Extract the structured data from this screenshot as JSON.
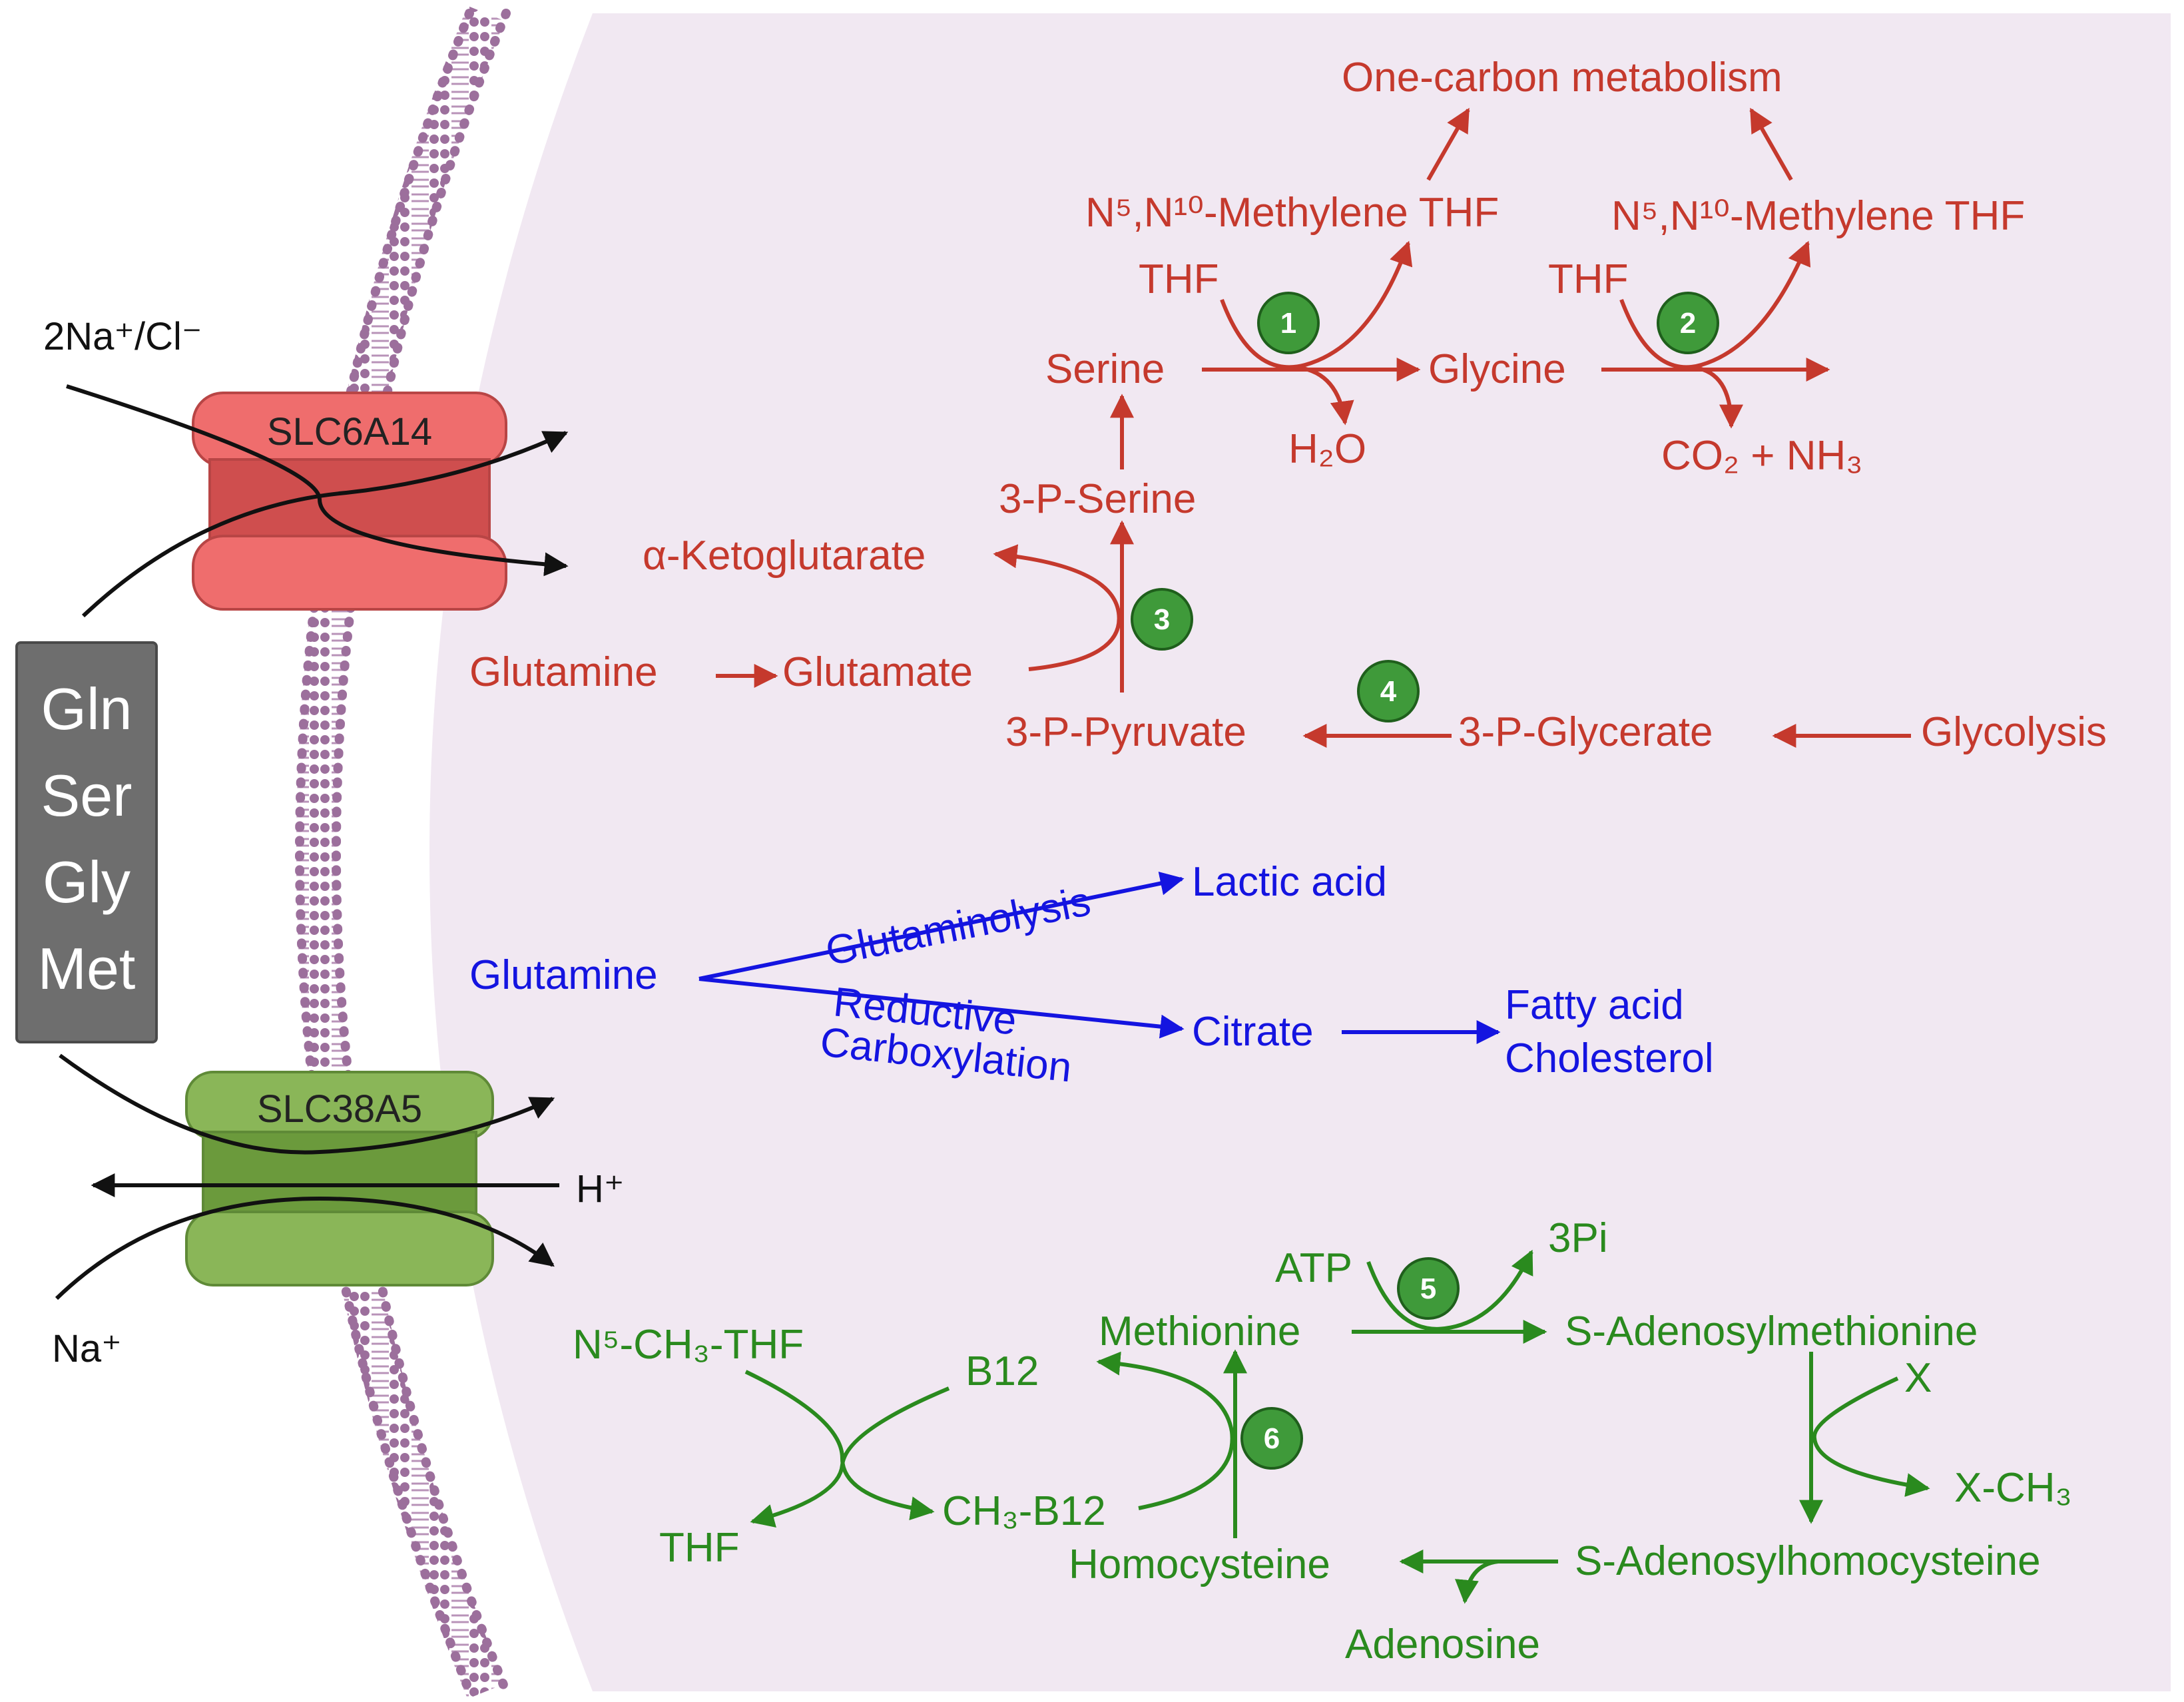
{
  "transporters": {
    "top": {
      "name": "SLC6A14",
      "ion": "2Na⁺/Cl⁻"
    },
    "bottom": {
      "name": "SLC38A5",
      "ion_in": "Na⁺",
      "ion_out": "H⁺"
    }
  },
  "substrates_box": {
    "lines": [
      "Gln",
      "Ser",
      "Gly",
      "Met"
    ]
  },
  "red_pathway": {
    "one_carbon": "One-carbon metabolism",
    "methylene_thf_1": "N⁵,N¹⁰-Methylene THF",
    "methylene_thf_2": "N⁵,N¹⁰-Methylene THF",
    "thf_1": "THF",
    "thf_2": "THF",
    "serine": "Serine",
    "glycine": "Glycine",
    "h2o": "H₂O",
    "co2_nh3": "CO₂ + NH₃",
    "p_serine": "3-P-Serine",
    "akg": "α-Ketoglutarate",
    "glutamine": "Glutamine",
    "glutamate": "Glutamate",
    "p_pyruvate": "3-P-Pyruvate",
    "p_glycerate": "3-P-Glycerate",
    "glycolysis": "Glycolysis"
  },
  "blue_pathway": {
    "glutamine": "Glutamine",
    "glutaminolysis": "Glutaminolysis",
    "reductive": "Reductive",
    "carboxylation": "Carboxylation",
    "lactic_acid": "Lactic acid",
    "citrate": "Citrate",
    "fatty_acid": "Fatty acid",
    "cholesterol": "Cholesterol"
  },
  "green_pathway": {
    "atp": "ATP",
    "pi3": "3Pi",
    "methionine": "Methionine",
    "sam": "S-Adenosylmethionine",
    "x": "X",
    "x_ch3": "X-CH₃",
    "sah": "S-Adenosylhomocysteine",
    "homocysteine": "Homocysteine",
    "adenosine": "Adenosine",
    "n5_ch3_thf": "N⁵-CH₃-THF",
    "b12": "B12",
    "ch3_b12": "CH₃-B12",
    "thf": "THF"
  },
  "enzyme_numbers": [
    "1",
    "2",
    "3",
    "4",
    "5",
    "6"
  ],
  "colors": {
    "cell_background": "#f1e8f2",
    "membrane": "#9c6f9c",
    "red": "#c5392d",
    "blue": "#1414e0",
    "green": "#2a8a1e",
    "enzyme_badge": "#3f9a3a",
    "slc6a14": "#ef6d6d",
    "slc38a5": "#8ab658",
    "substrate_box": "#6e6e6e"
  }
}
